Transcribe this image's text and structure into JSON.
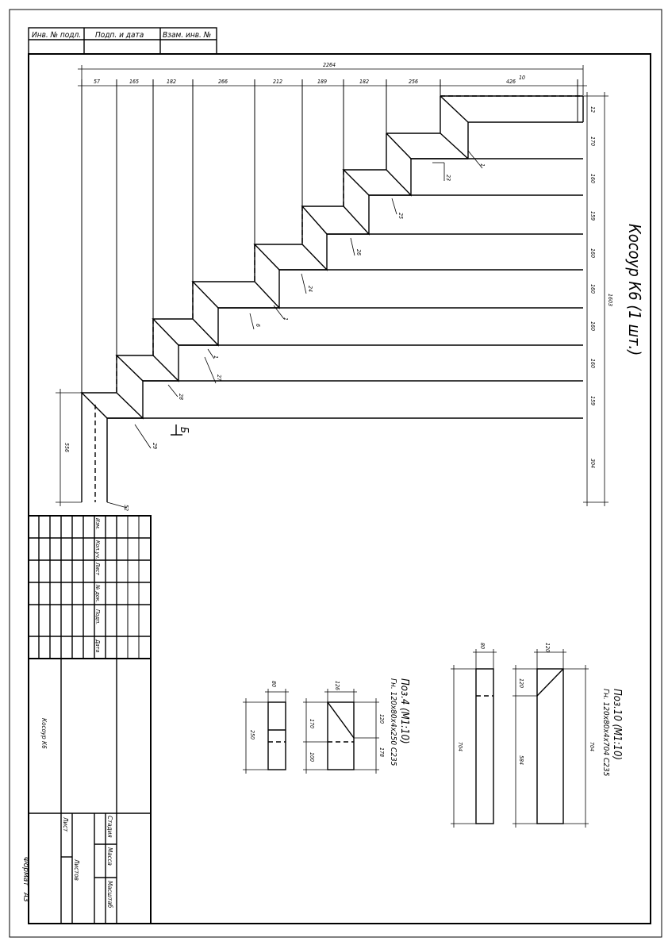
{
  "title": "Косоур К6 (1 шт.)",
  "stamp": {
    "inv_podl": "Инв. № подл.",
    "podp_data": "Подп. и дата",
    "vzam_inv": "Взам. инв. №",
    "cols": [
      "Изм.",
      "Кол.уч.",
      "Лист",
      "№ док.",
      "Подп.",
      "Дата"
    ],
    "name": "Косоур К6",
    "stage": "Стадия",
    "mass": "Масса",
    "scale": "Масштаб",
    "sheet": "Лист",
    "sheets": "Листов",
    "format_label": "Формат",
    "format": "А3"
  },
  "main_view": {
    "overall_width": "2264",
    "top_dims": [
      "57",
      "165",
      "182",
      "266",
      "212",
      "189",
      "182",
      "256",
      "426",
      "10"
    ],
    "right_dims": [
      "12",
      "170",
      "160",
      "159",
      "160",
      "160",
      "160",
      "160",
      "159",
      "304"
    ],
    "right_total": "1603",
    "left_height": "556",
    "bottom_offset": "52",
    "section_mark": "Б",
    "leaders": [
      "1",
      "23",
      "25",
      "26",
      "24",
      "1",
      "6",
      "1",
      "27",
      "28",
      "29"
    ]
  },
  "pos4": {
    "title": "Поз.4 (М1:10)",
    "spec": "Гн. 120х80х4х250 С235",
    "width_front": "80",
    "width_side": "126",
    "height": "250",
    "side_left_dims": [
      "170",
      "100"
    ],
    "side_right_dims": [
      "120",
      "178"
    ]
  },
  "pos10": {
    "title": "Поз.10 (М1:10)",
    "spec": "Гн. 120х80х4х704 С235",
    "width_front": "80",
    "width_side": "120",
    "height_front": "704",
    "height_side": "704",
    "side_top": "120",
    "side_bottom": "584"
  }
}
